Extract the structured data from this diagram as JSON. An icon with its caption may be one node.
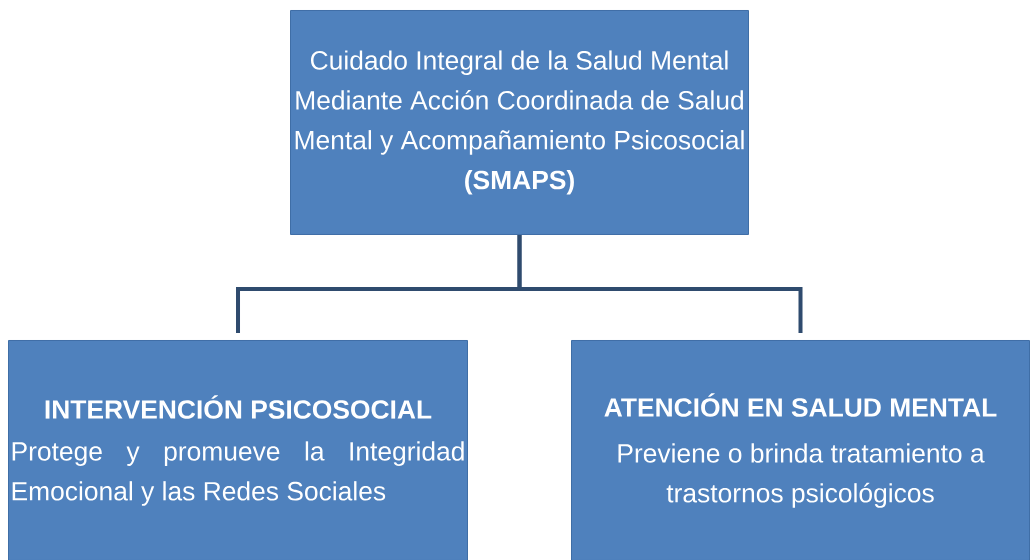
{
  "diagram": {
    "nodes": [
      {
        "text": [
          "Cuidado Integral de la Salud Mental Mediante Acción Coordinada de Salud Mental y Acompañamiento Psicosocial **(SMAPS)**"
        ]
      },
      {
        "text": [
          "INTERVENCIÓN PSICOSOCIAL",
          "Protege y promueve la Integridad Emocional y las Redes Sociales"
        ]
      },
      {
        "text": [
          "ATENCIÓN EN SALUD MENTAL",
          "Previene o brinda tratamiento a trastornos psicológicos"
        ]
      }
    ],
    "edges": [
      {
        "from": 0,
        "to": 1,
        "arrow": "none"
      },
      {
        "from": 0,
        "to": 2,
        "arrow": "none"
      }
    ]
  }
}
